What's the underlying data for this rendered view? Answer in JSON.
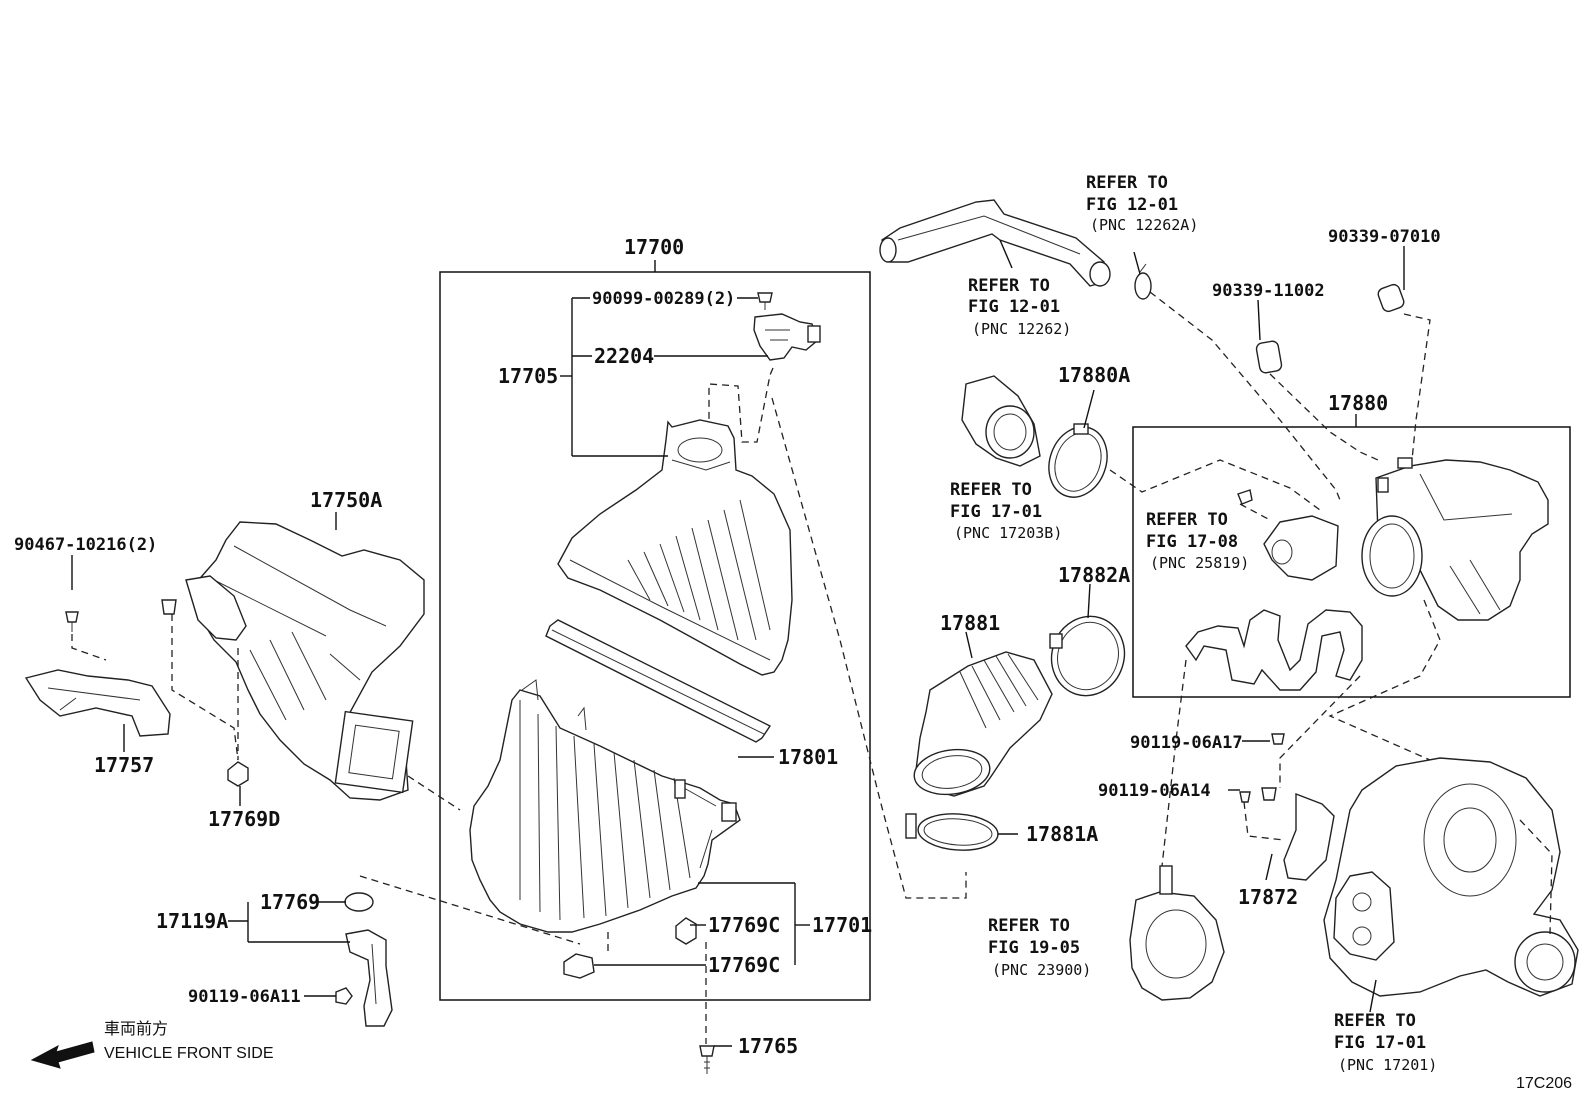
{
  "diagram_code": "17C206",
  "footer": {
    "japanese_label": "車両前方",
    "english_label": "VEHICLE FRONT SIDE"
  },
  "refs": {
    "fig12_01a": {
      "line1": "REFER TO",
      "line2": "FIG 12-01",
      "pnc": "(PNC 12262A)"
    },
    "fig12_01": {
      "line1": "REFER TO",
      "line2": "FIG 12-01",
      "pnc": "(PNC 12262)"
    },
    "fig17_01b": {
      "line1": "REFER TO",
      "line2": "FIG 17-01",
      "pnc": "(PNC 17203B)"
    },
    "fig17_08": {
      "line1": "REFER TO",
      "line2": "FIG 17-08",
      "pnc": "(PNC 25819)"
    },
    "fig19_05": {
      "line1": "REFER TO",
      "line2": "FIG 19-05",
      "pnc": "(PNC 23900)"
    },
    "fig17_01": {
      "line1": "REFER TO",
      "line2": "FIG 17-01",
      "pnc": "(PNC 17201)"
    }
  },
  "parts": {
    "p17700": "17700",
    "p90099": "90099-00289(2)",
    "p22204": "22204",
    "p17705": "17705",
    "p17801": "17801",
    "p17769C_a": "17769C",
    "p17769C_b": "17769C",
    "p17701": "17701",
    "p17765": "17765",
    "p17750A": "17750A",
    "p90467": "90467-10216(2)",
    "p17757": "17757",
    "p17769D": "17769D",
    "p17769": "17769",
    "p17119A": "17119A",
    "p90119_06A11": "90119-06A11",
    "p17880A": "17880A",
    "p17882A": "17882A",
    "p17881": "17881",
    "p17881A": "17881A",
    "p90339_07010": "90339-07010",
    "p90339_11002": "90339-11002",
    "p17880": "17880",
    "p90119_06A17": "90119-06A17",
    "p90119_06A14": "90119-06A14",
    "p17872": "17872"
  }
}
